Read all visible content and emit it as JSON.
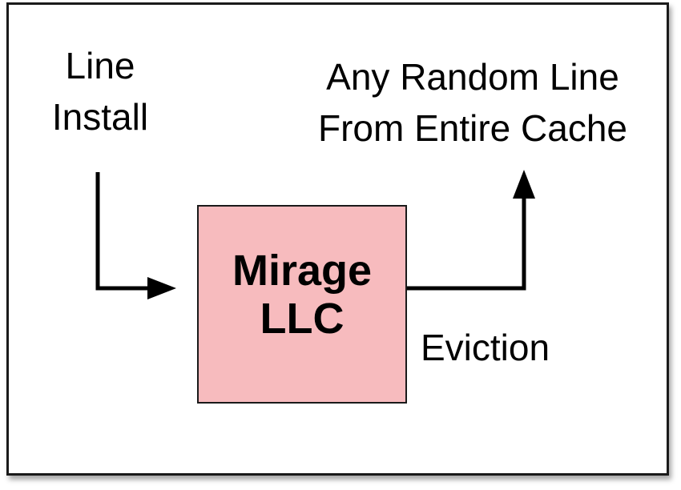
{
  "diagram": {
    "install_label": [
      "Line",
      "Install"
    ],
    "random_label": [
      "Any Random Line",
      "From Entire Cache"
    ],
    "cache": {
      "lines": [
        "Mirage",
        "LLC"
      ],
      "fill": "#f7bbbe"
    },
    "eviction_label": "Eviction"
  }
}
